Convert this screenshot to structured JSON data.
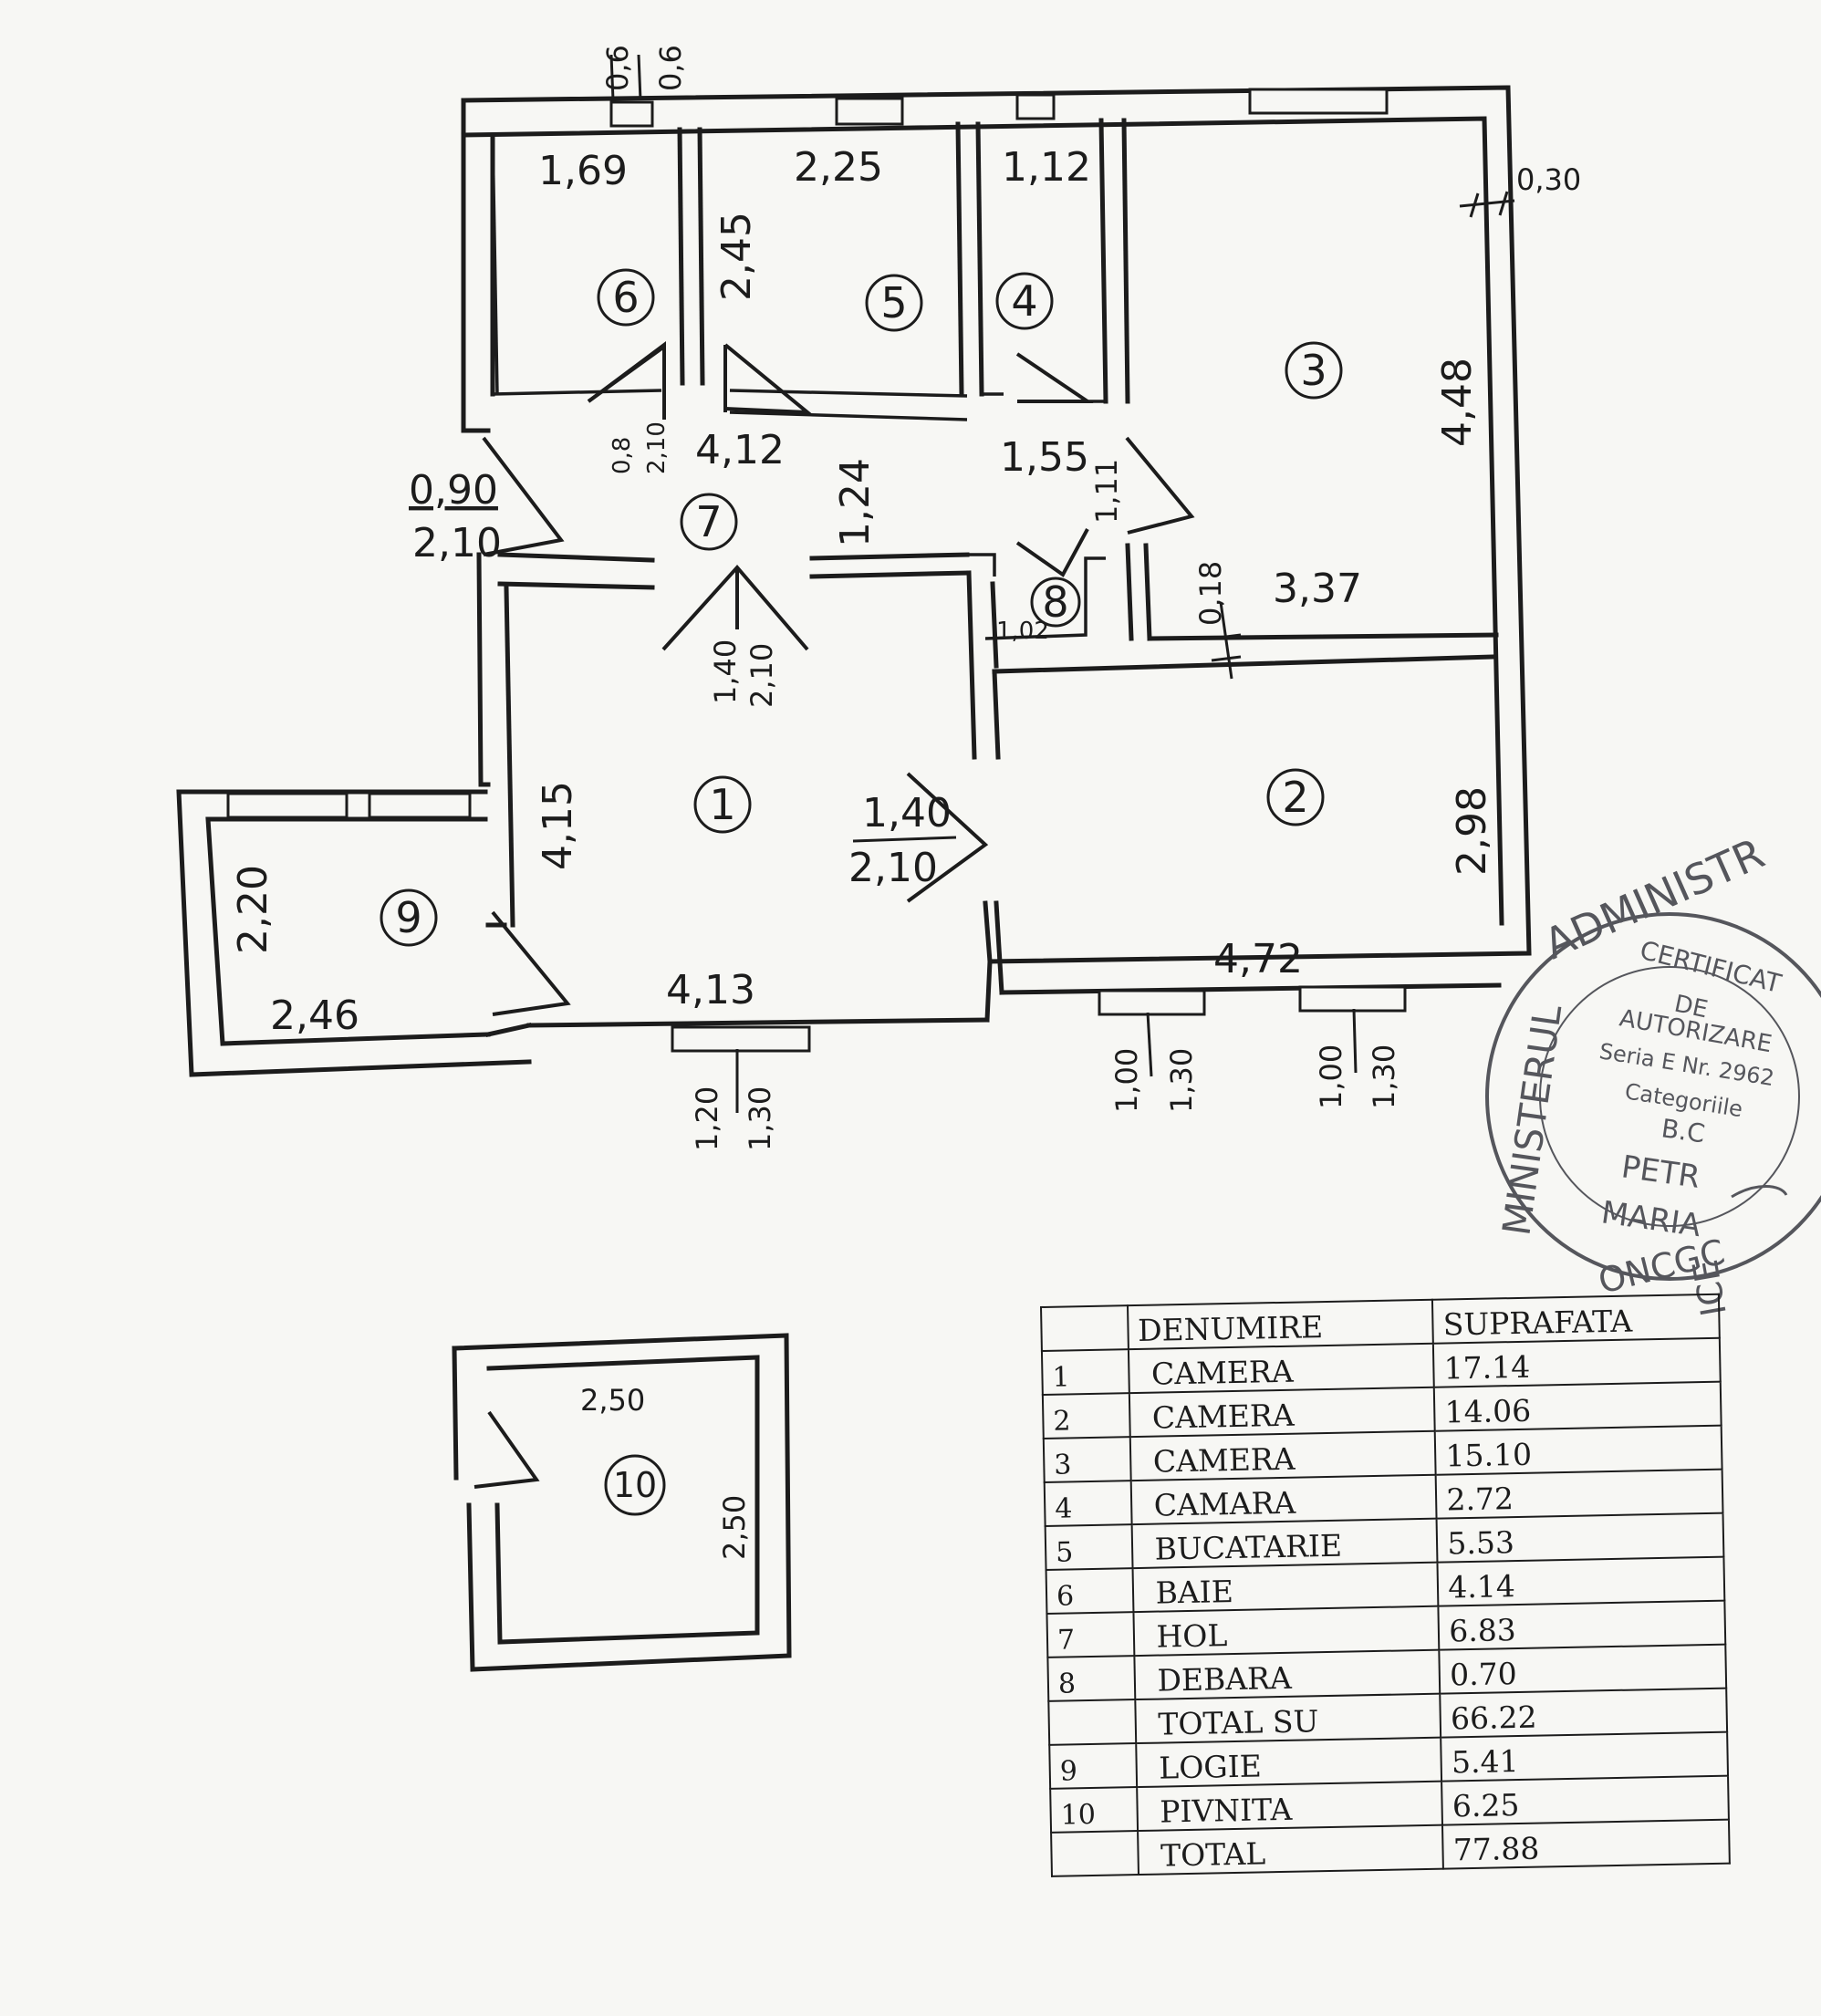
{
  "plan": {
    "top_dims": {
      "room6_width": "1,69",
      "room5_width": "2,25",
      "room4_width": "1,12",
      "room5_height": "2,45",
      "room3_height": "4,48",
      "wall_thickness_top_right": "0,30",
      "top_window_a": "0,6",
      "top_window_b": "0,6"
    },
    "hall_dims": {
      "door_d1_a": "0,8",
      "door_d1_b": "2,10",
      "hall_width": "4,12",
      "hall_depth": "1,24",
      "room4_door": "1,55",
      "room3_door_b": "1,11",
      "entry_door_a": "0,90",
      "entry_door_b": "2,10",
      "room3_width": "3,37",
      "wall_018": "0,18",
      "closet_door": "1,02"
    },
    "lower_dims": {
      "living_door_a": "1,40",
      "living_door_b": "2,10",
      "room2_door_a": "1,40",
      "room2_door_b": "2,10",
      "room1_height": "4,15",
      "room1_width": "4,13",
      "room2_height": "2,98",
      "room2_width": "4,72",
      "loggia_height": "2,20",
      "loggia_width": "2,46",
      "win1_a": "1,20",
      "win1_b": "1,30",
      "win2_a": "1,00",
      "win2_b": "1,30",
      "win3_a": "1,00",
      "win3_b": "1,30"
    },
    "cellar_dims": {
      "width": "2,50",
      "height": "2,50"
    },
    "room_numbers": [
      "1",
      "2",
      "3",
      "4",
      "5",
      "6",
      "7",
      "8",
      "9",
      "10"
    ]
  },
  "stamp": {
    "ring_text_top": "ADMINISTR",
    "ring_text_left": "MINISTERUL",
    "ring_text_bottom": "ONCGC",
    "ring_text_right": "ICE",
    "line1": "CERTIFICAT",
    "line2": "DE",
    "line3": "AUTORIZARE",
    "line4": "Seria E Nr. 2962",
    "line5": "Categoriile",
    "line6": "B.C",
    "line7": "PETR",
    "line8": "MARIA"
  },
  "table": {
    "headers": [
      "",
      "DENUMIRE",
      "SUPRAFATA"
    ],
    "rows": [
      [
        "1",
        "CAMERA",
        "17.14"
      ],
      [
        "2",
        "CAMERA",
        "14.06"
      ],
      [
        "3",
        "CAMERA",
        "15.10"
      ],
      [
        "4",
        "CAMARA",
        "2.72"
      ],
      [
        "5",
        "BUCATARIE",
        "5.53"
      ],
      [
        "6",
        "BAIE",
        "4.14"
      ],
      [
        "7",
        "HOL",
        "6.83"
      ],
      [
        "8",
        "DEBARA",
        "0.70"
      ],
      [
        "",
        "TOTAL SU",
        "66.22"
      ],
      [
        "9",
        "LOGIE",
        "5.41"
      ],
      [
        "10",
        "PIVNITA",
        "6.25"
      ],
      [
        "",
        "TOTAL",
        "77.88"
      ]
    ]
  },
  "colors": {
    "ink": "#1c1c1c",
    "paper": "#f7f7f4",
    "stamp": "#55565c"
  }
}
